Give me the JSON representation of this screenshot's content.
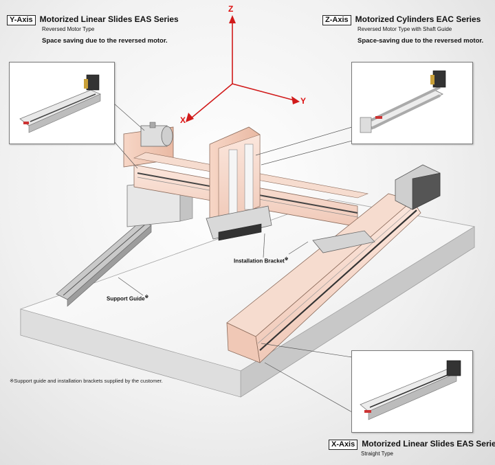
{
  "y_axis": {
    "tag": "Y-Axis",
    "title_a": "Motorized Linear Slides ",
    "title_b": "EAS",
    "title_c": " Series",
    "subtitle": "Reversed Motor Type",
    "description": "Space saving due to the reversed motor."
  },
  "z_axis": {
    "tag": "Z-Axis",
    "title_a": "Motorized Cylinders ",
    "title_b": "EAC",
    "title_c": " Series",
    "subtitle": "Reversed Motor Type with Shaft Guide",
    "description": "Space-saving due to the reversed motor."
  },
  "x_axis": {
    "tag": "X-Axis",
    "title_a": "Motorized Linear Slides ",
    "title_b": "EAS",
    "title_c": " Series",
    "subtitle": "Straight Type"
  },
  "axes": {
    "z": "Z",
    "y": "Y",
    "x": "X",
    "color": "#d11a1a"
  },
  "callouts": {
    "installation_bracket": "Installation Bracket",
    "support_guide": "Support Guide",
    "asterisk": "※"
  },
  "footnote": "※Support guide and installation brackets supplied by the customer."
}
